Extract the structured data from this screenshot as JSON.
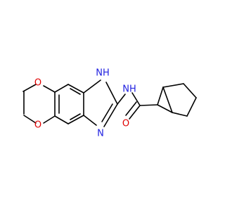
{
  "molecule": {
    "labels": {
      "o1": "O",
      "o2": "O",
      "o3": "O",
      "n1": "NH",
      "n2": "N",
      "n3": "NH"
    },
    "colors": {
      "oxygen": "#e00000",
      "nitrogen": "#2020e0",
      "bond": "#000000",
      "background": "#ffffff"
    }
  }
}
